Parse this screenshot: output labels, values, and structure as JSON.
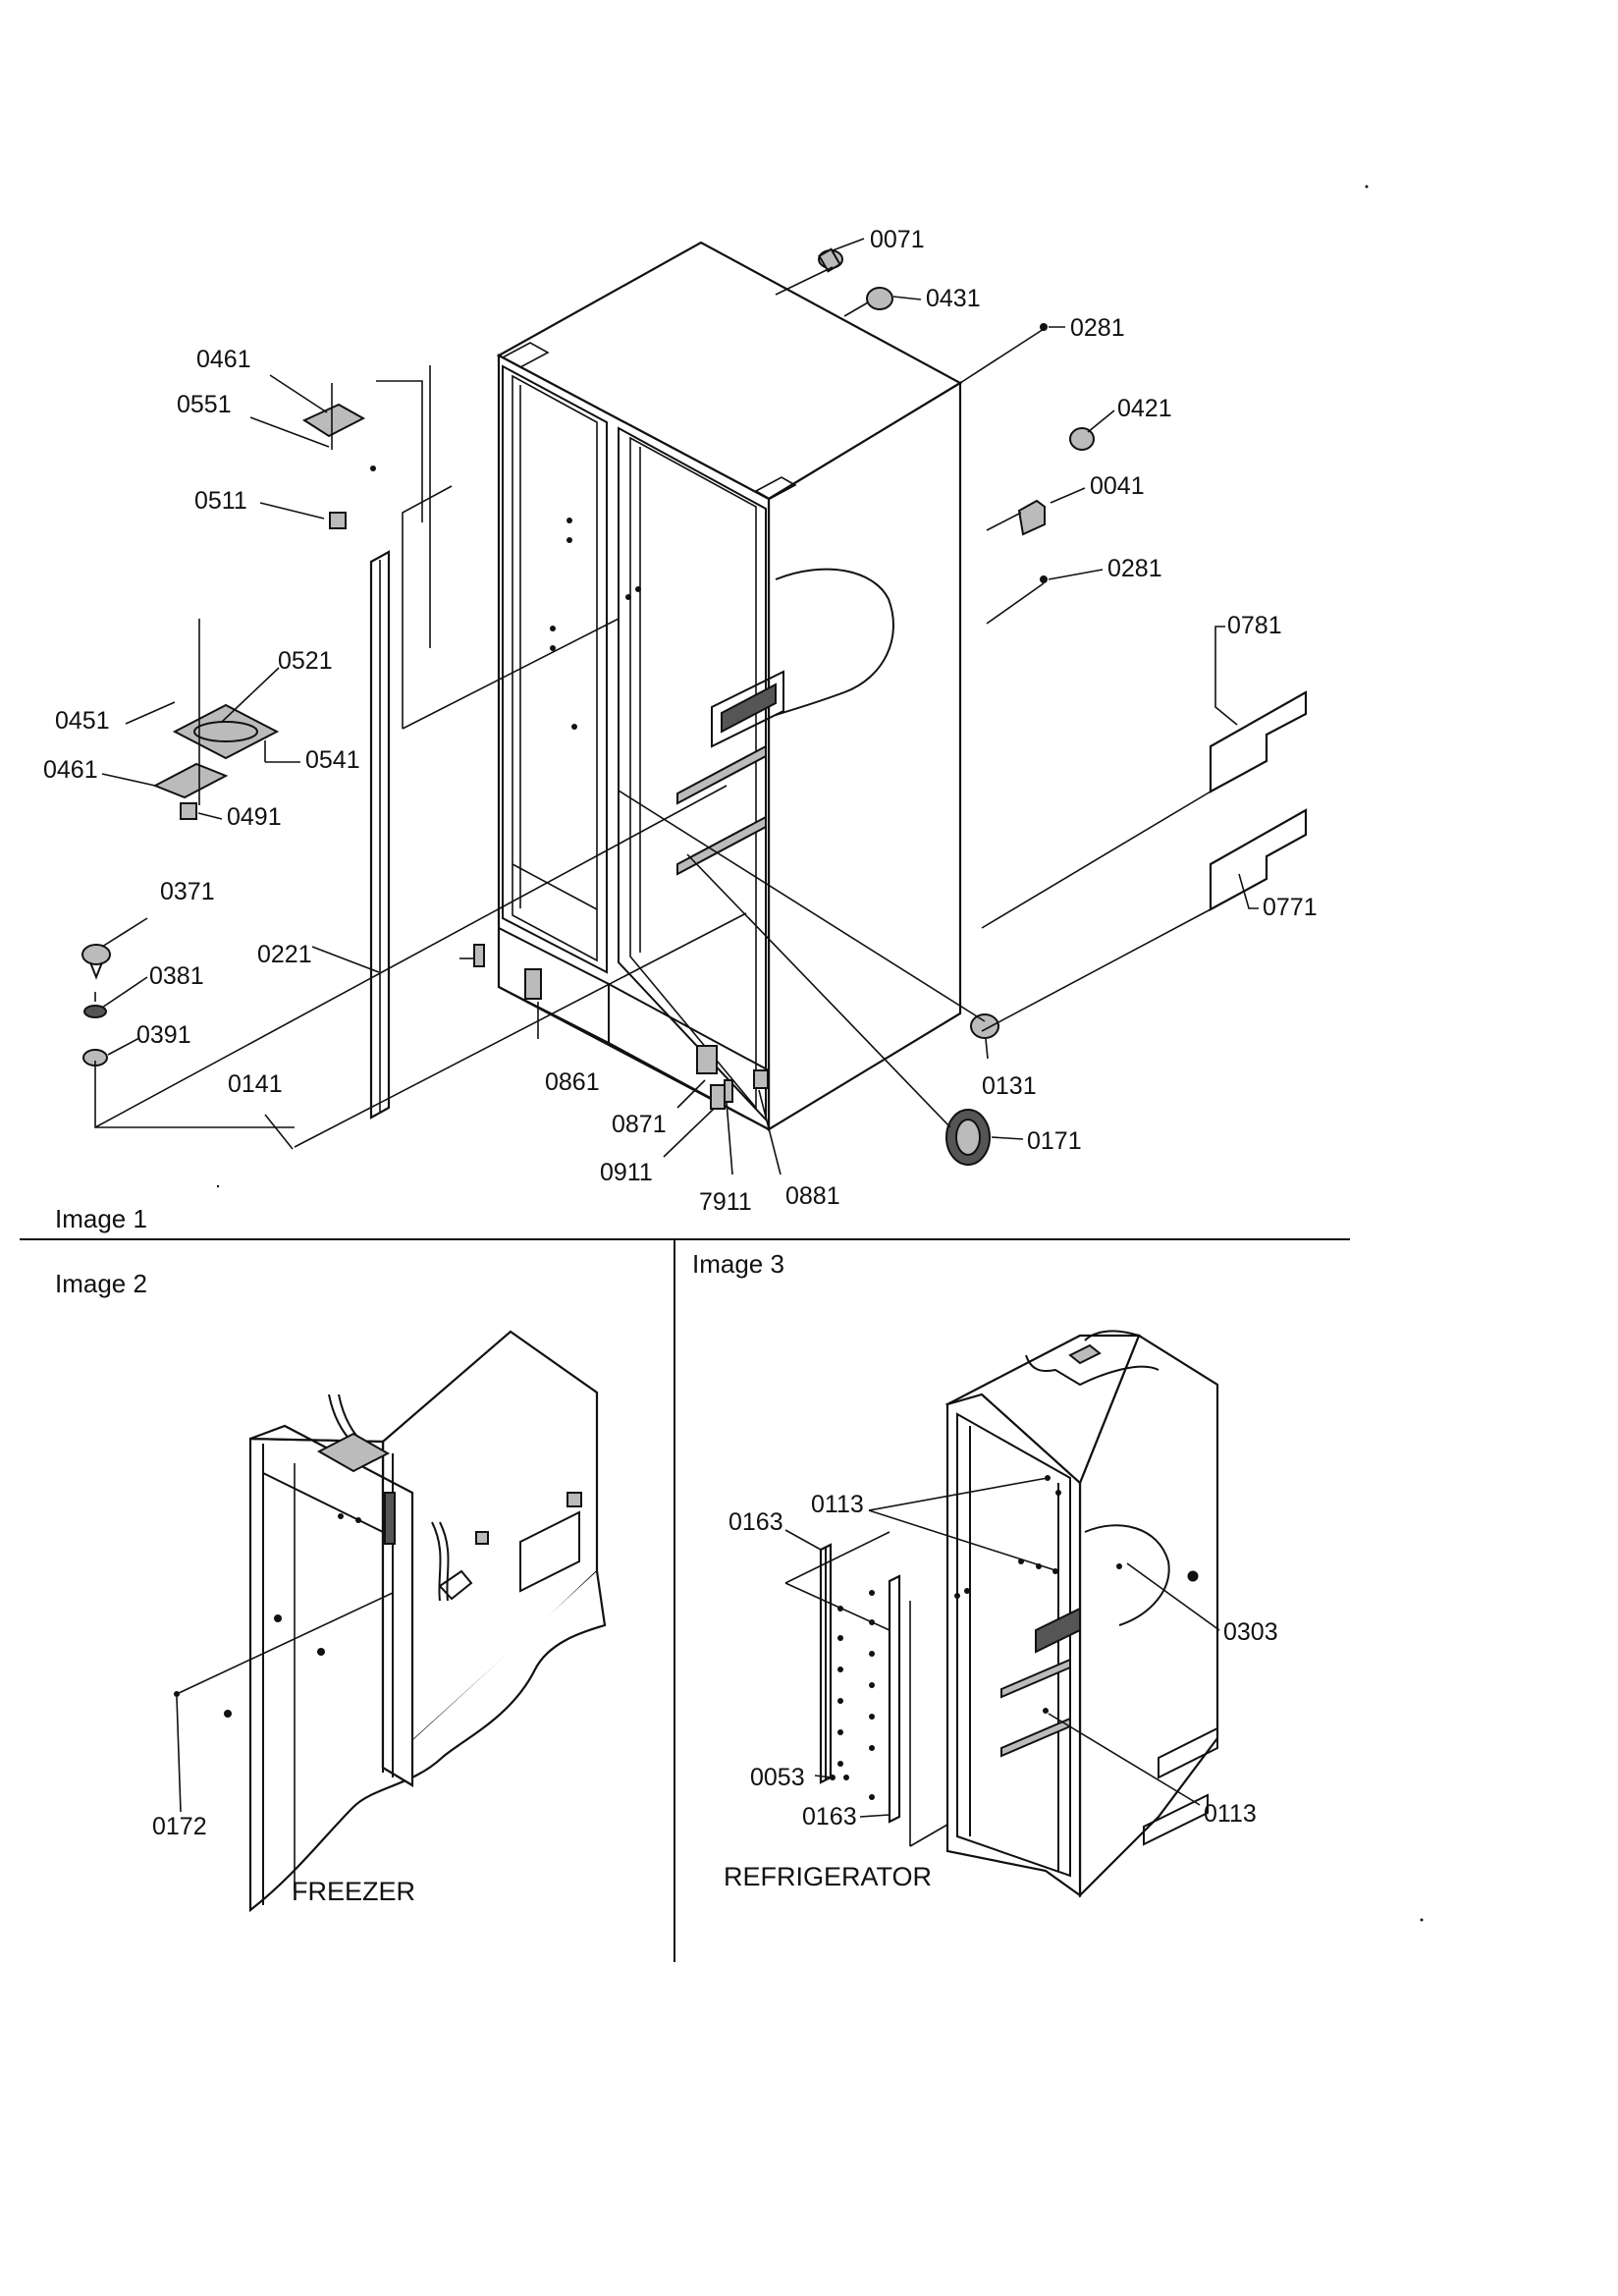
{
  "sections": [
    {
      "title": "Image 1"
    },
    {
      "title": "Image 2",
      "caption": "FREEZER"
    },
    {
      "title": "Image 3",
      "caption": "REFRIGERATOR"
    }
  ],
  "parts": {
    "p0071": "0071",
    "p0431": "0431",
    "p0281a": "0281",
    "p0421": "0421",
    "p0041": "0041",
    "p0281b": "0281",
    "p0781": "0781",
    "p0771": "0771",
    "p0461a": "0461",
    "p0551": "0551",
    "p0511": "0511",
    "p0521": "0521",
    "p0451": "0451",
    "p0541": "0541",
    "p0461b": "0461",
    "p0491": "0491",
    "p0371": "0371",
    "p0381": "0381",
    "p0391": "0391",
    "p0221": "0221",
    "p0141": "0141",
    "p0861": "0861",
    "p0871": "0871",
    "p0911": "0911",
    "p7911": "7911",
    "p0881": "0881",
    "p0131": "0131",
    "p0171": "0171",
    "p0172": "0172",
    "p0163a": "0163",
    "p0113a": "0113",
    "p0303": "0303",
    "p0053": "0053",
    "p0163b": "0163",
    "p0113b": "0113"
  }
}
